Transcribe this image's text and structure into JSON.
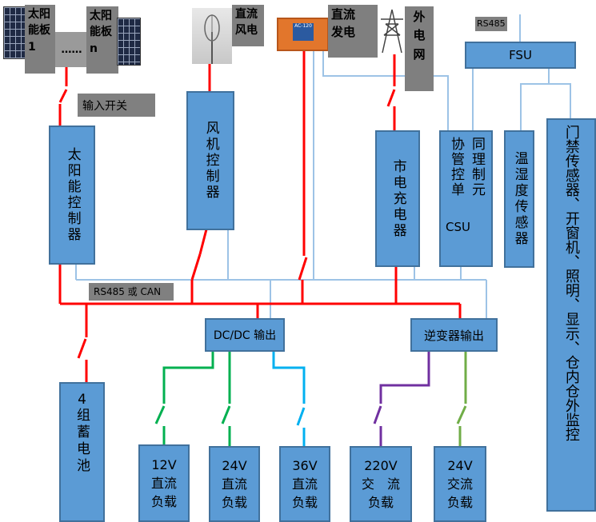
{
  "solar_panel_1_label": "太阳\n能板\n1",
  "solar_panel_n_label": "太阳\n能板\nn",
  "solar_dots": "……",
  "dc_wind_label": "直流\n风电",
  "dc_generator_label": "直流\n发电",
  "grid_label": "外\n电\n网",
  "rs485_top": "RS485",
  "fsu": "FSU",
  "input_switch": "输入开关",
  "solar_controller": "太阳能控制器",
  "wind_controller": "风机控制器",
  "mains_charger": "市电充电器",
  "csu_left": "协管控单",
  "csu_right": "同理制元",
  "csu_code": "CSU",
  "temp_humidity_sensor": "温湿度传感器",
  "door_sensor_etc": "门禁传感器、开窗机、照明、显示、仓内仓外监控",
  "bus_label": "RS485 或 CAN",
  "dcdc_output": "DC/DC 输出",
  "inverter_output": "逆变器输出",
  "battery_number": "4",
  "battery_text": "组蓄电池",
  "loads": [
    {
      "line1": "12V",
      "line2": "直流",
      "line3": "负载"
    },
    {
      "line1": "24V",
      "line2": "直流",
      "line3": "负载"
    },
    {
      "line1": "36V",
      "line2": "直流",
      "line3": "负载"
    },
    {
      "line1": "220V",
      "line2": "交　流",
      "line3": "负载"
    },
    {
      "line1": "24V",
      "line2": "交流",
      "line3": "负载"
    }
  ],
  "generator_display": "AC-120",
  "colors": {
    "box_fill": "#5b9bd5",
    "power_line": "#ff0000",
    "signal_line": "#9dc3e6",
    "dc12_line": "#00b050",
    "dc36_line": "#00b0f0",
    "ac220_line": "#7030a0",
    "ac24_line": "#70ad47"
  }
}
